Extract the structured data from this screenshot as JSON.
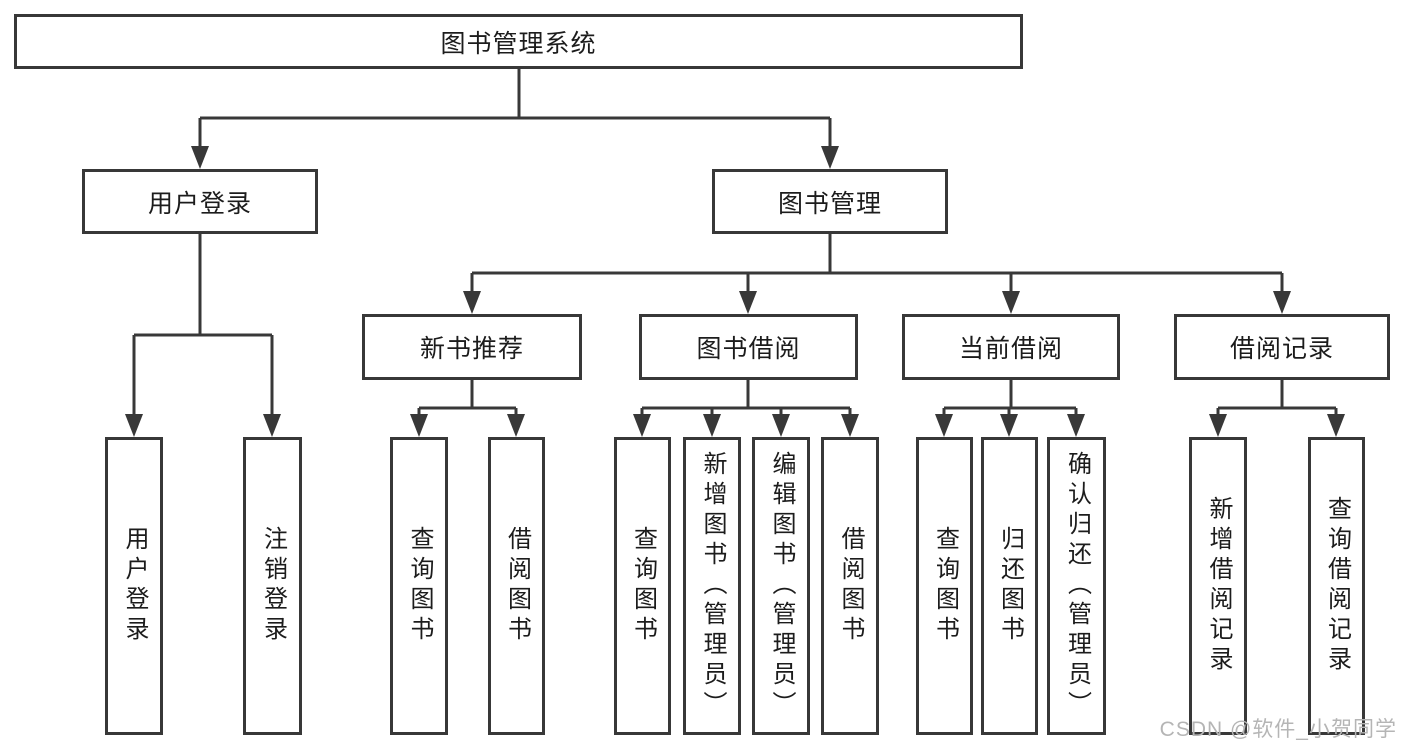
{
  "diagram": {
    "root": {
      "label": "图书管理系统"
    },
    "level2": [
      {
        "label": "用户登录"
      },
      {
        "label": "图书管理"
      }
    ],
    "level3": [
      {
        "label": "新书推荐"
      },
      {
        "label": "图书借阅"
      },
      {
        "label": "当前借阅"
      },
      {
        "label": "借阅记录"
      }
    ],
    "leaves": [
      {
        "label": "用户登录"
      },
      {
        "label": "注销登录"
      },
      {
        "label": "查询图书"
      },
      {
        "label": "借阅图书"
      },
      {
        "label": "查询图书"
      },
      {
        "label": "新增图书（管理员）"
      },
      {
        "label": "编辑图书（管理员）"
      },
      {
        "label": "借阅图书"
      },
      {
        "label": "查询图书"
      },
      {
        "label": "归还图书"
      },
      {
        "label": "确认归还（管理员）"
      },
      {
        "label": "新增借阅记录"
      },
      {
        "label": "查询借阅记录"
      }
    ]
  },
  "watermark": {
    "text": "CSDN @软件_小贺同学"
  },
  "colors": {
    "line": "#383838",
    "text": "#1c1c1c",
    "background": "#ffffff",
    "watermark": "#b5b5b5"
  }
}
